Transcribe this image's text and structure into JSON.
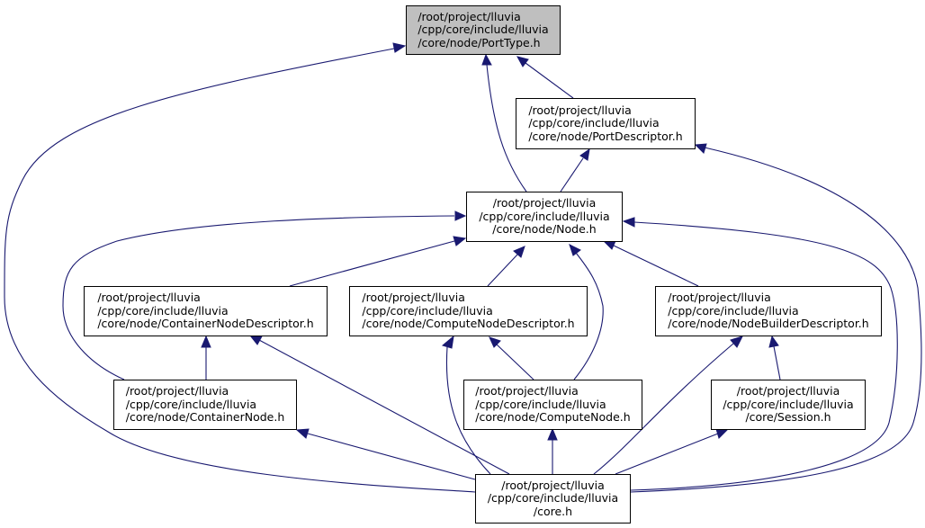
{
  "graph": {
    "nodes": {
      "porttype": {
        "label": "/root/project/lluvia\n/cpp/core/include/lluvia\n/core/node/PortType.h",
        "highlighted": true
      },
      "portdescriptor": {
        "label": "/root/project/lluvia\n/cpp/core/include/lluvia\n/core/node/PortDescriptor.h"
      },
      "node": {
        "label": "/root/project/lluvia\n/cpp/core/include/lluvia\n/core/node/Node.h"
      },
      "containernodedescriptor": {
        "label": "/root/project/lluvia\n/cpp/core/include/lluvia\n/core/node/ContainerNodeDescriptor.h"
      },
      "computenodedescriptor": {
        "label": "/root/project/lluvia\n/cpp/core/include/lluvia\n/core/node/ComputeNodeDescriptor.h"
      },
      "nodebuilderdescriptor": {
        "label": "/root/project/lluvia\n/cpp/core/include/lluvia\n/core/node/NodeBuilderDescriptor.h"
      },
      "containernode": {
        "label": "/root/project/lluvia\n/cpp/core/include/lluvia\n/core/node/ContainerNode.h"
      },
      "computenode": {
        "label": "/root/project/lluvia\n/cpp/core/include/lluvia\n/core/node/ComputeNode.h"
      },
      "session": {
        "label": "/root/project/lluvia\n/cpp/core/include/lluvia\n/core/Session.h"
      },
      "core": {
        "label": "/root/project/lluvia\n/cpp/core/include/lluvia\n/core.h"
      }
    },
    "edges": [
      {
        "from": "portdescriptor",
        "to": "porttype"
      },
      {
        "from": "node",
        "to": "porttype"
      },
      {
        "from": "core",
        "to": "porttype"
      },
      {
        "from": "node",
        "to": "portdescriptor"
      },
      {
        "from": "core",
        "to": "portdescriptor"
      },
      {
        "from": "containernodedescriptor",
        "to": "node"
      },
      {
        "from": "computenodedescriptor",
        "to": "node"
      },
      {
        "from": "nodebuilderdescriptor",
        "to": "node"
      },
      {
        "from": "containernode",
        "to": "node"
      },
      {
        "from": "computenode",
        "to": "node"
      },
      {
        "from": "core",
        "to": "node"
      },
      {
        "from": "containernode",
        "to": "containernodedescriptor"
      },
      {
        "from": "core",
        "to": "containernodedescriptor"
      },
      {
        "from": "computenode",
        "to": "computenodedescriptor"
      },
      {
        "from": "core",
        "to": "computenodedescriptor"
      },
      {
        "from": "session",
        "to": "nodebuilderdescriptor"
      },
      {
        "from": "core",
        "to": "nodebuilderdescriptor"
      },
      {
        "from": "core",
        "to": "containernode"
      },
      {
        "from": "core",
        "to": "computenode"
      },
      {
        "from": "core",
        "to": "session"
      }
    ],
    "colors": {
      "edge": "#191970",
      "highlight_fill": "#bfbfbf",
      "node_fill": "#ffffff",
      "border": "#000000"
    }
  }
}
